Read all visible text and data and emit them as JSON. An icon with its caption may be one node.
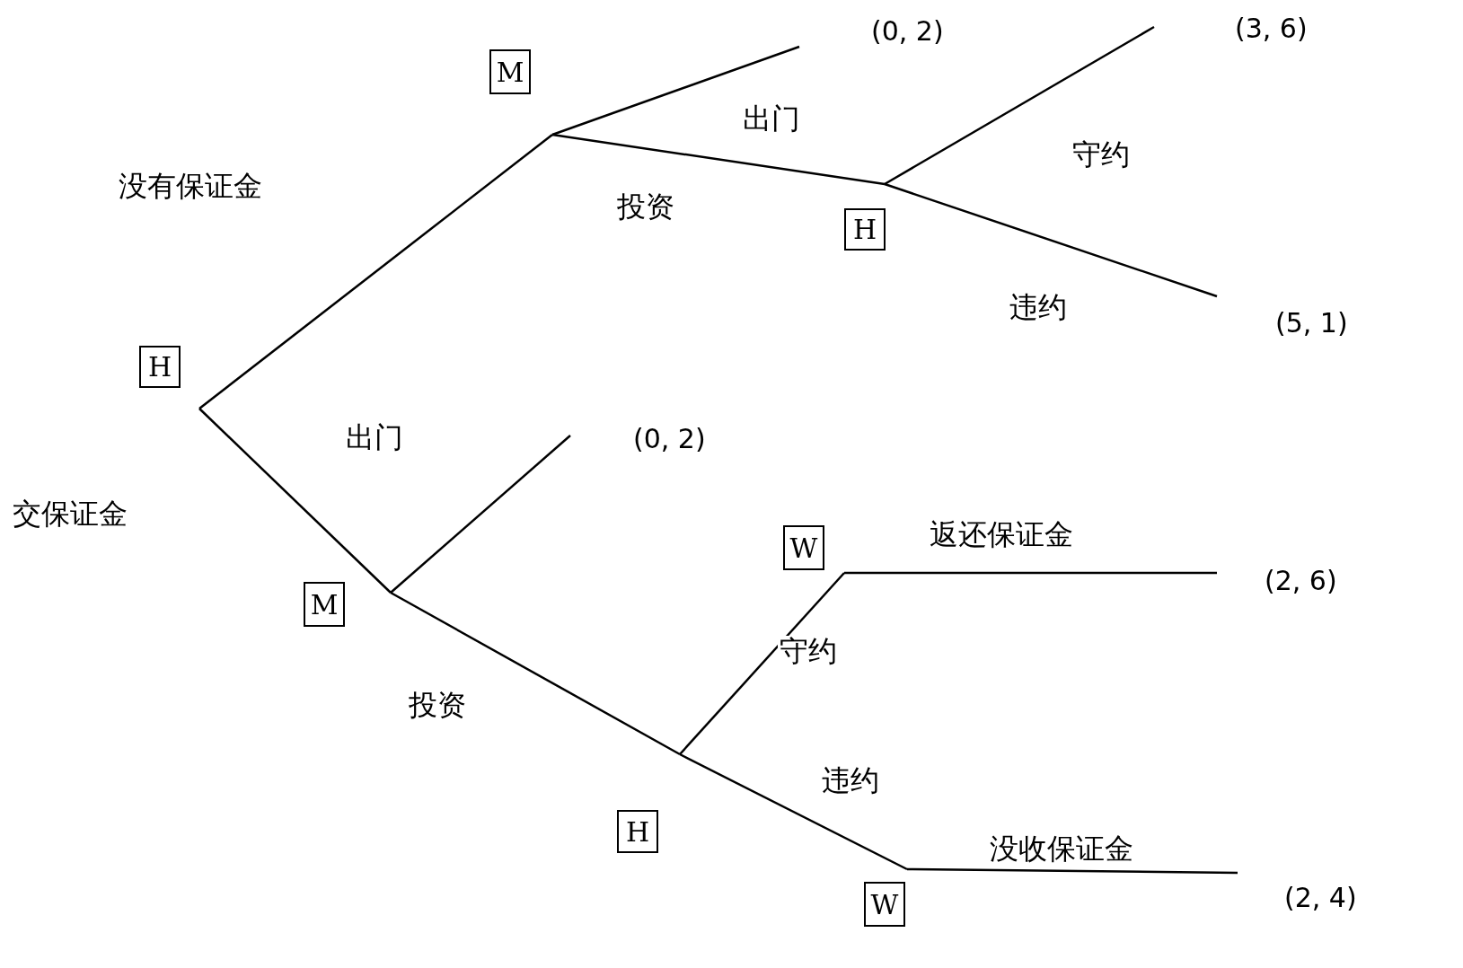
{
  "diagram": {
    "nodes": [
      {
        "text": [
          "H"
        ]
      },
      {
        "text": [
          "M"
        ]
      },
      {
        "text": [
          "H"
        ]
      },
      {
        "text": [
          "(0, 2)"
        ]
      },
      {
        "text": [
          "(3, 6)"
        ]
      },
      {
        "text": [
          "(5, 1)"
        ]
      },
      {
        "text": [
          "M"
        ]
      },
      {
        "text": [
          "(0, 2)"
        ]
      },
      {
        "text": [
          "H"
        ]
      },
      {
        "text": [
          "W"
        ]
      },
      {
        "text": [
          "(2, 6)"
        ]
      },
      {
        "text": [
          "W"
        ]
      },
      {
        "text": [
          "(2, 4)"
        ]
      }
    ],
    "edges": [
      {
        "from": 0,
        "to": 1,
        "arrow": "none",
        "label": "没有保证金"
      },
      {
        "from": 0,
        "to": 6,
        "arrow": "none",
        "label": "交保证金"
      },
      {
        "from": 1,
        "to": 3,
        "arrow": "none",
        "label": "出门"
      },
      {
        "from": 1,
        "to": 2,
        "arrow": "none",
        "label": "投资"
      },
      {
        "from": 2,
        "to": 4,
        "arrow": "none",
        "label": "守约"
      },
      {
        "from": 2,
        "to": 5,
        "arrow": "none",
        "label": "违约"
      },
      {
        "from": 6,
        "to": 7,
        "arrow": "none",
        "label": "出门"
      },
      {
        "from": 6,
        "to": 8,
        "arrow": "none",
        "label": "投资"
      },
      {
        "from": 8,
        "to": 9,
        "arrow": "none",
        "label": "守约"
      },
      {
        "from": 9,
        "to": 10,
        "arrow": "none",
        "label": "返还保证金"
      },
      {
        "from": 8,
        "to": 11,
        "arrow": "none",
        "label": "违约"
      },
      {
        "from": 11,
        "to": 12,
        "arrow": "none",
        "label": "没收保证金"
      }
    ]
  }
}
